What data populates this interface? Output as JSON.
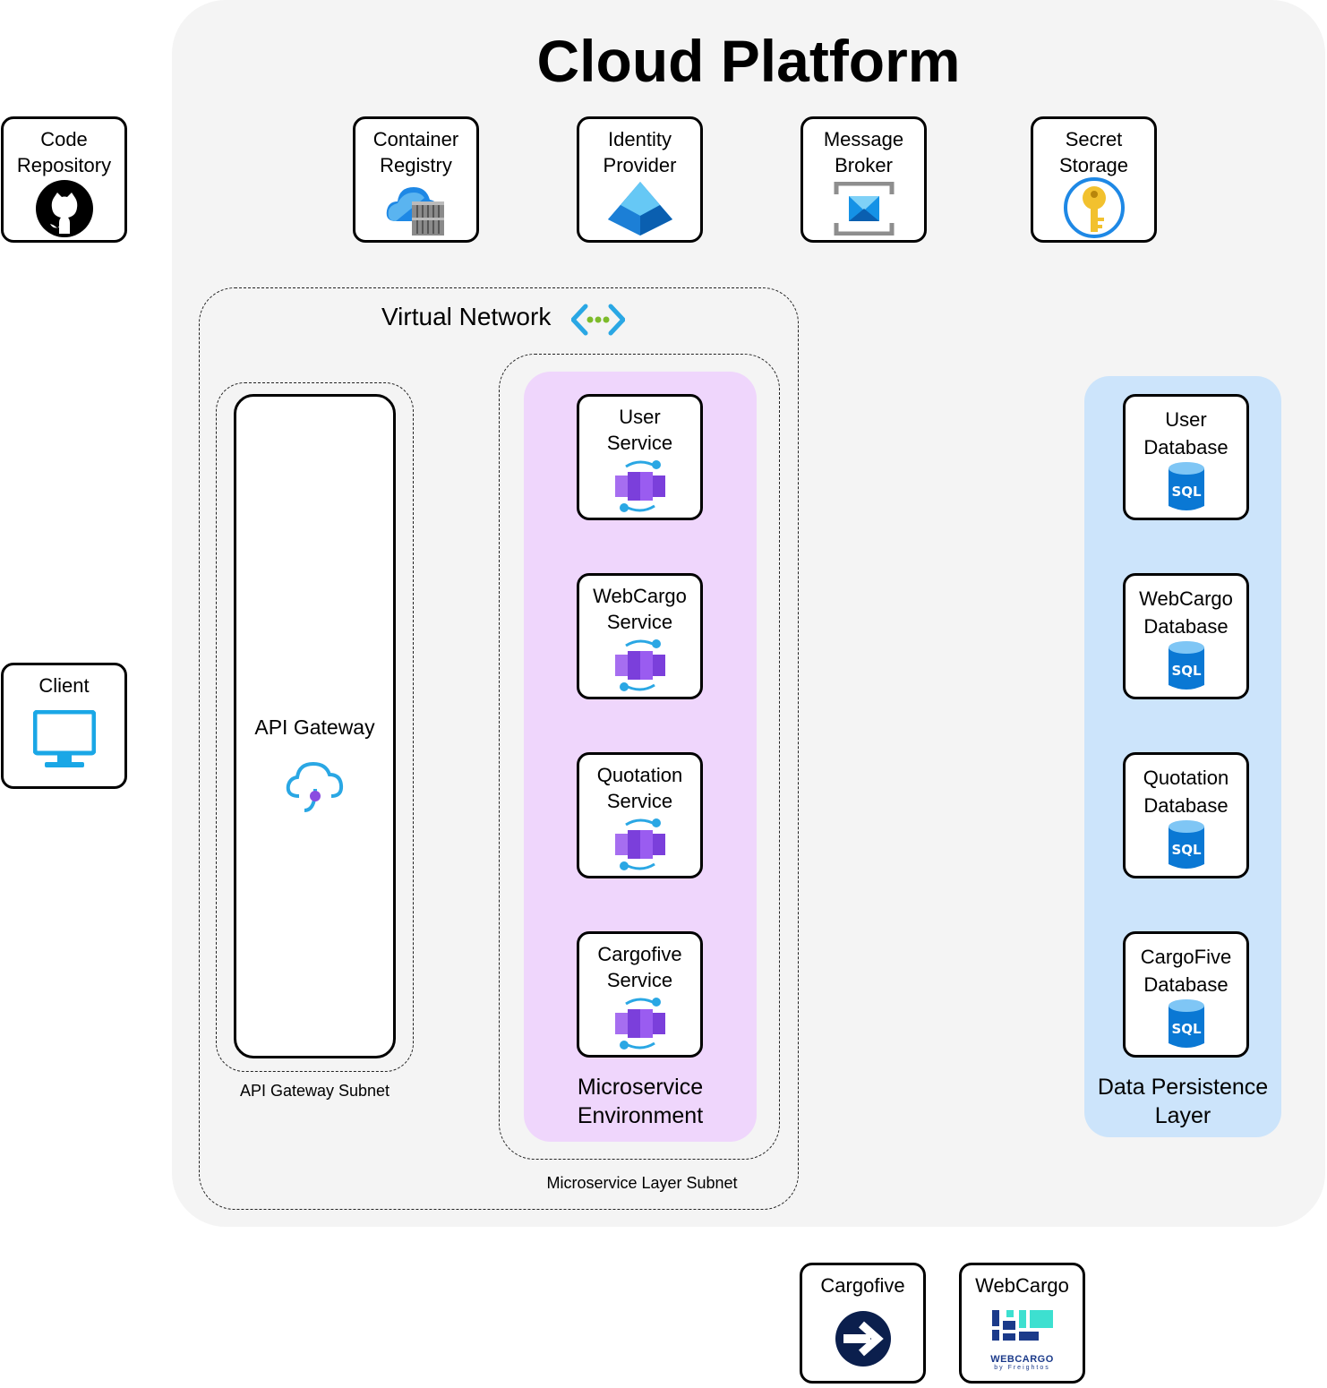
{
  "diagram": {
    "title": "Cloud Platform",
    "external": {
      "code_repository": [
        "Code",
        "Repository"
      ],
      "client": "Client",
      "cargofive": "Cargofive",
      "webcargo": "WebCargo",
      "webcargo_logo_text": "WEBCARGO",
      "webcargo_logo_sub": "by Freightos"
    },
    "platform_services": {
      "container_registry": [
        "Container",
        "Registry"
      ],
      "identity_provider": [
        "Identity",
        "Provider"
      ],
      "message_broker": [
        "Message",
        "Broker"
      ],
      "secret_storage": [
        "Secret",
        "Storage"
      ]
    },
    "virtual_network": {
      "title": "Virtual Network",
      "api_gateway": "API Gateway",
      "api_gateway_subnet": "API Gateway Subnet",
      "microservice_subnet": "Microservice Layer Subnet",
      "microservice_env": [
        "Microservice",
        "Environment"
      ],
      "services": [
        [
          "User",
          "Service"
        ],
        [
          "WebCargo",
          "Service"
        ],
        [
          "Quotation",
          "Service"
        ],
        [
          "Cargofive",
          "Service"
        ]
      ]
    },
    "data_layer": {
      "label": [
        "Data Persistence",
        "Layer"
      ],
      "databases": [
        [
          "User",
          "Database"
        ],
        [
          "WebCargo",
          "Database"
        ],
        [
          "Quotation",
          "Database"
        ],
        [
          "CargoFive",
          "Database"
        ]
      ],
      "sql_text": "SQL"
    },
    "colors": {
      "platform_bg": "#f4f4f4",
      "microservice_env_bg": "#efd6fc",
      "data_layer_bg": "#cce4fb",
      "client_icon": "#1aa7e6",
      "azure_blue": "#0a78d4",
      "container_app_purple": "#8a4ce0"
    }
  }
}
